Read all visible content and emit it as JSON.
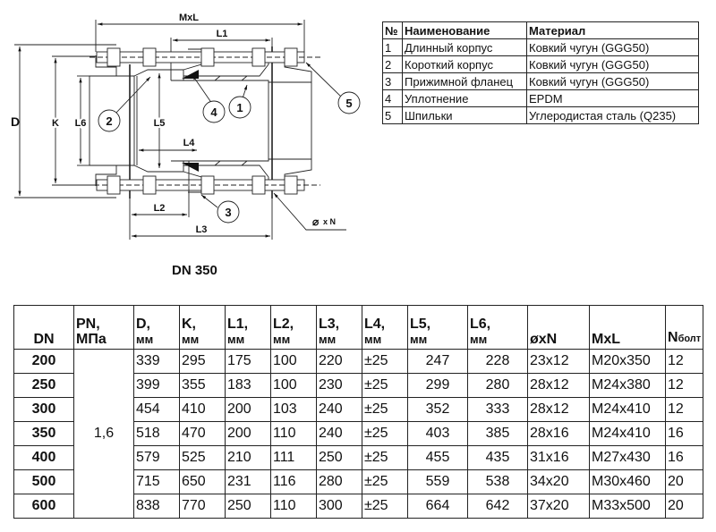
{
  "drawing": {
    "labels": {
      "mxl": "MxL",
      "l1": "L1",
      "d": "D",
      "k": "K",
      "l6": "L6",
      "l5": "L5",
      "l4": "L4",
      "l2": "L2",
      "l3": "L3",
      "hole": "x N",
      "hole_symbol": "⌀"
    },
    "callouts": [
      "1",
      "2",
      "3",
      "4",
      "5"
    ],
    "caption": "DN 350"
  },
  "parts_table": {
    "headers": [
      "№",
      "Наименование",
      "Материал"
    ],
    "rows": [
      [
        "1",
        "Длинный корпус",
        "Ковкий чугун (GGG50)"
      ],
      [
        "2",
        "Короткий корпус",
        "Ковкий чугун (GGG50)"
      ],
      [
        "3",
        "Прижимной фланец",
        "Ковкий чугун (GGG50)"
      ],
      [
        "4",
        "Уплотнение",
        "EPDM"
      ],
      [
        "5",
        "Шпильки",
        "Углеродистая сталь (Q235)"
      ]
    ]
  },
  "spec_table": {
    "headers": [
      {
        "name": "DN",
        "unit": ""
      },
      {
        "name": "PN,",
        "unit": "МПа"
      },
      {
        "name": "D,",
        "unit": "мм"
      },
      {
        "name": "K,",
        "unit": "мм"
      },
      {
        "name": "L1,",
        "unit": "мм"
      },
      {
        "name": "L2,",
        "unit": "мм"
      },
      {
        "name": "L3,",
        "unit": "мм"
      },
      {
        "name": "L4,",
        "unit": "мм"
      },
      {
        "name": "L5,",
        "unit": "мм"
      },
      {
        "name": "L6,",
        "unit": "мм"
      },
      {
        "name": "øxN",
        "unit": ""
      },
      {
        "name": "MxL",
        "unit": ""
      },
      {
        "name": "N",
        "unit": "болт"
      }
    ],
    "pn_value": "1,6",
    "rows": [
      [
        "200",
        "339",
        "295",
        "175",
        "100",
        "220",
        "±25",
        "247",
        "228",
        "23x12",
        "M20x350",
        "12"
      ],
      [
        "250",
        "399",
        "355",
        "183",
        "100",
        "230",
        "±25",
        "299",
        "280",
        "28x12",
        "M24x380",
        "12"
      ],
      [
        "300",
        "454",
        "410",
        "200",
        "103",
        "240",
        "±25",
        "352",
        "333",
        "28x12",
        "M24x410",
        "12"
      ],
      [
        "350",
        "518",
        "470",
        "200",
        "110",
        "240",
        "±25",
        "403",
        "385",
        "28x16",
        "M24x410",
        "16"
      ],
      [
        "400",
        "579",
        "525",
        "210",
        "111",
        "250",
        "±25",
        "455",
        "435",
        "31x16",
        "M27x430",
        "16"
      ],
      [
        "500",
        "715",
        "650",
        "231",
        "116",
        "280",
        "±25",
        "559",
        "538",
        "34x20",
        "M30x460",
        "20"
      ],
      [
        "600",
        "838",
        "770",
        "250",
        "110",
        "300",
        "±25",
        "664",
        "642",
        "37x20",
        "M33x500",
        "20"
      ]
    ]
  }
}
